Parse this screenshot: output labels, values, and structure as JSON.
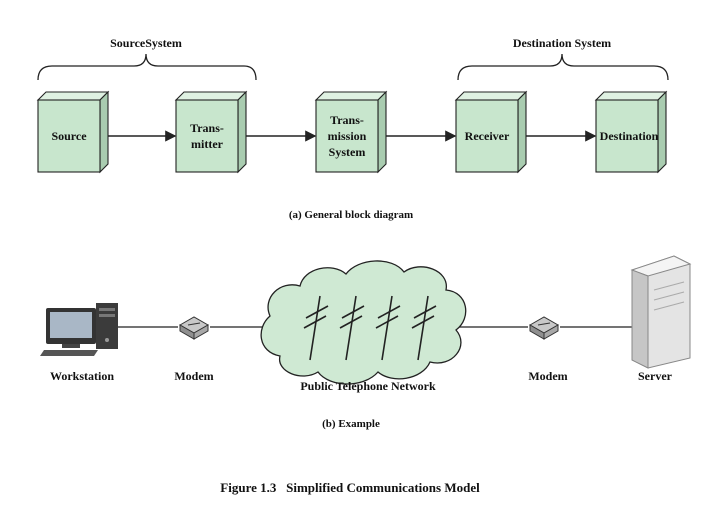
{
  "part_a": {
    "source_group": "SourceSystem",
    "destination_group": "Destination System",
    "blocks": [
      {
        "lines": [
          "Source"
        ]
      },
      {
        "lines": [
          "Trans-",
          "mitter"
        ]
      },
      {
        "lines": [
          "Trans-",
          "mission",
          "System"
        ]
      },
      {
        "lines": [
          "Receiver"
        ]
      },
      {
        "lines": [
          "Destination"
        ]
      }
    ],
    "caption": "(a) General block diagram"
  },
  "part_b": {
    "workstation": "Workstation",
    "modem_left": "Modem",
    "network": "Public Telephone Network",
    "modem_right": "Modem",
    "server": "Server",
    "caption": "(b) Example"
  },
  "figure_caption": "Figure 1.3   Simplified Communications Model",
  "colors": {
    "block_front": "#c8e6cd",
    "block_top": "#dff1e2",
    "block_side": "#a9ccb0",
    "cloud": "#cfe9d3",
    "line": "#222222"
  }
}
